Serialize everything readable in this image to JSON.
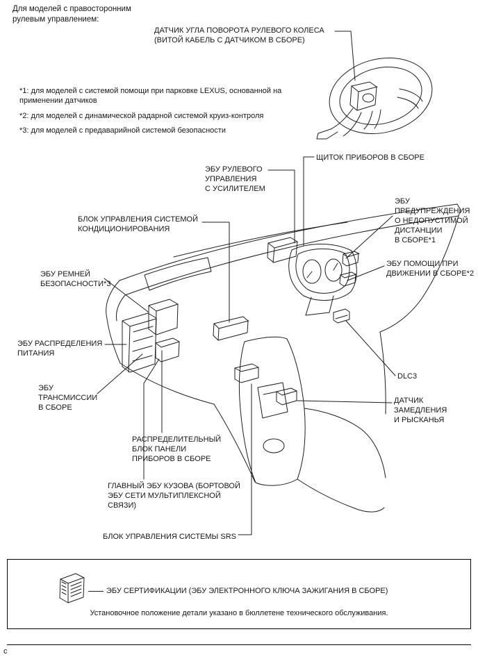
{
  "page": {
    "header_note": "Для моделей с правосторонним\nрулевым управлением:",
    "footnotes": [
      "*1: для моделей с системой помощи при парковке LEXUS, основанной на\nприменении датчиков",
      "*2: для моделей с динамической радарной системой круиз-контроля",
      "*3: для моделей с предаварийной системой безопасности"
    ],
    "page_marker": "c",
    "ink_color": "#1c1c1c"
  },
  "callouts": {
    "steering_angle_sensor": "ДАТЧИК УГЛА ПОВОРОТА РУЛЕВОГО КОЛЕСА\n(ВИТОЙ КАБЕЛЬ С ДАТЧИКОМ В СБОРЕ)",
    "instrument_cluster": "ЩИТОК ПРИБОРОВ В СБОРЕ",
    "power_steering_ecu": "ЭБУ РУЛЕВОГО\nУПРАВЛЕНИЯ\nС УСИЛИТЕЛЕМ",
    "distance_warning_ecu": "ЭБУ\nПРЕДУПРЕЖДЕНИЯ\nО НЕДОПУСТИМОЙ\nДИСТАНЦИИ\nВ СБОРЕ*1",
    "ac_control_unit": "БЛОК УПРАВЛЕНИЯ СИСТЕМОЙ\nКОНДИЦИОНИРОВАНИЯ",
    "driving_assist_ecu": "ЭБУ ПОМОЩИ ПРИ\nДВИЖЕНИИ В СБОРЕ*2",
    "seat_belt_ecu": "ЭБУ РЕМНЕЙ\nБЕЗОПАСНОСТИ*3",
    "power_distribution_ecu": "ЭБУ РАСПРЕДЕЛЕНИЯ\nПИТАНИЯ",
    "dlc3": "DLC3",
    "transmission_ecu": "ЭБУ\nТРАНСМИССИИ\nВ СБОРЕ",
    "yaw_rate_sensor": "ДАТЧИК\nЗАМЕДЛЕНИЯ\nИ РЫСКАНЬЯ",
    "instrument_panel_junction_block": "РАСПРЕДЕЛИТЕЛЬНЫЙ\nБЛОК ПАНЕЛИ\nПРИБОРОВ В СБОРЕ",
    "main_body_ecu": "ГЛАВНЫЙ ЭБУ КУЗОВА (БОРТОВОЙ\nЭБУ СЕТИ МУЛЬТИПЛЕКСНОЙ\nСВЯЗИ)",
    "srs_control_unit": "БЛОК УПРАВЛЕНИЯ СИСТЕМЫ SRS"
  },
  "bottom_box": {
    "certification_ecu": "ЭБУ СЕРТИФИКАЦИИ (ЭБУ ЭЛЕКТРОННОГО КЛЮЧА ЗАЖИГАНИЯ В СБОРЕ)",
    "note": "Установочное положение детали указано в бюллетене технического обслуживания."
  }
}
